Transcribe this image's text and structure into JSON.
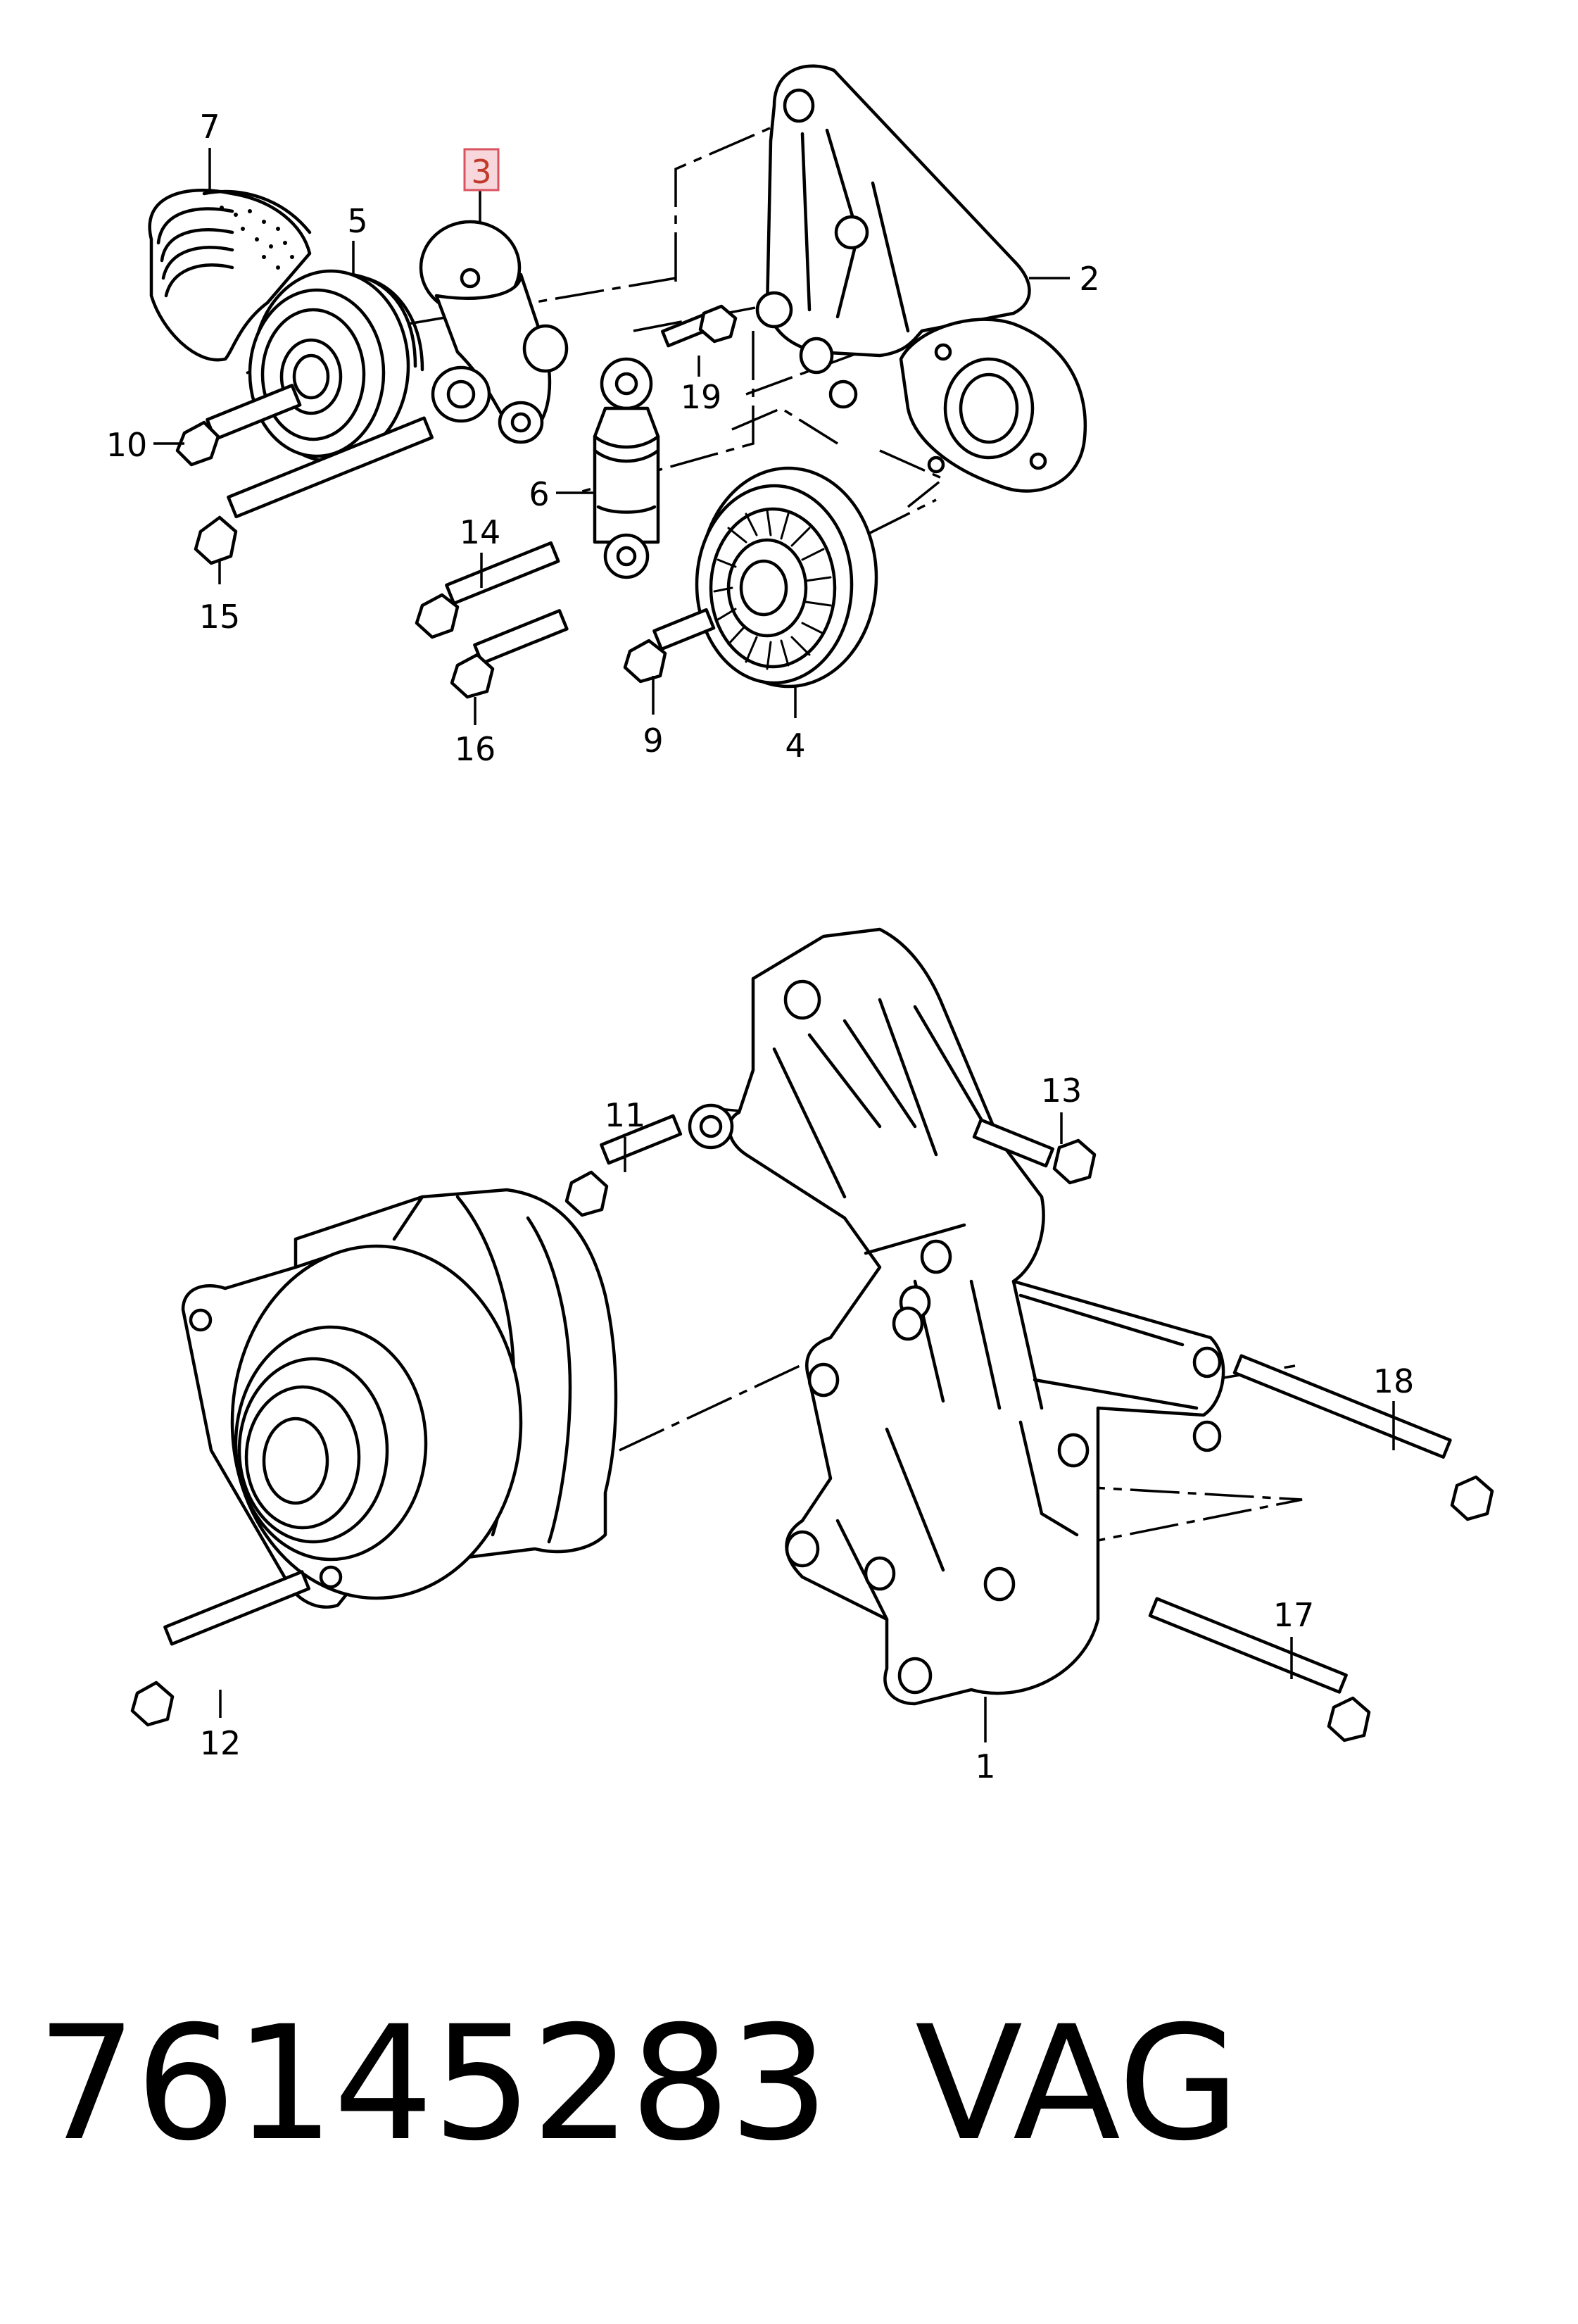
{
  "callouts": {
    "c1": "1",
    "c2": "2",
    "c3": "3",
    "c4": "4",
    "c5": "5",
    "c6": "6",
    "c7": "7",
    "c9": "9",
    "c10": "10",
    "c11": "11",
    "c12": "12",
    "c13": "13",
    "c14": "14",
    "c15": "15",
    "c16": "16",
    "c17": "17",
    "c18": "18",
    "c19": "19"
  },
  "highlighted_callout": "3",
  "footer": {
    "part_number": "76145283",
    "brand": "VAG"
  },
  "colors": {
    "line": "#000000",
    "highlight_fill": "#f8d7dc",
    "highlight_border": "#d9535f",
    "highlight_text": "#c0392b",
    "background": "#ffffff"
  }
}
